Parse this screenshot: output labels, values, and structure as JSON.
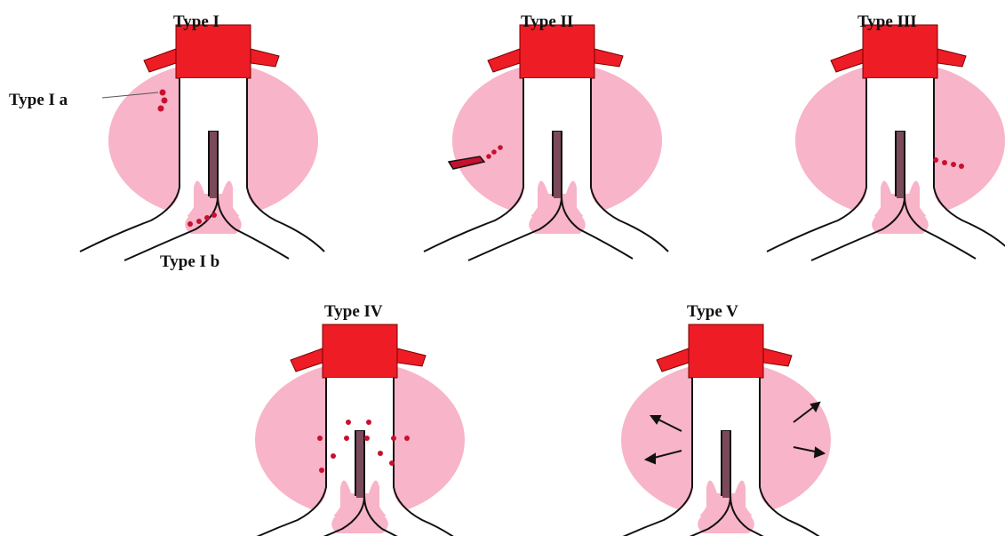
{
  "labels": {
    "type_1": "Type  I",
    "type_1a": "Type  I a",
    "type_1b": "Type  I  b",
    "type_2": "Type  II",
    "type_3": "Type III",
    "type_4": "Type IV",
    "type_5": "Type  V"
  },
  "colors": {
    "graft": "#ee1c25",
    "sac": "#f8b4c8",
    "leak": "#c8102e",
    "outline": "#111111",
    "lumen": "#ffffff"
  }
}
